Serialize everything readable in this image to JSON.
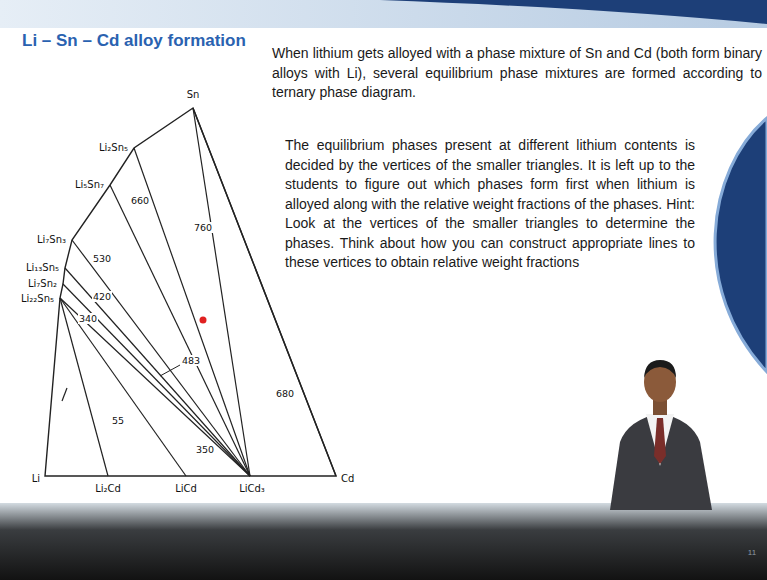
{
  "diagram": {
    "title": "Li – Sn – Cd alloy formation",
    "labels": [
      "When lithium gets alloyed with a phase mixture of Sn and Cd (both form binary alloys with Li), several equilibrium phase mixtures are formed according to ternary phase diagram.",
      "The equilibrium phases present at different lithium contents is decided by the vertices of the smaller triangles. It is left up to the students to figure out which phases form first when lithium is alloyed along with the relative weight fractions of the phases. Hint: Look at the vertices of the smaller triangles to determine the phases. Think about how you can construct appropriate lines to these vertices to obtain relative weight fractions",
      "Sn",
      "Li₂Sn₅",
      "Li₅Sn₇",
      "Li₇Sn₃",
      "Li₁₃Sn₅",
      "Li₇Sn₂",
      "Li₂₂Sn₅",
      "Li",
      "Li₂Cd",
      "LiCd",
      "LiCd₃",
      "Cd",
      "760",
      "660",
      "530",
      "420",
      "483",
      "340",
      "55",
      "350",
      "680",
      "11"
    ]
  }
}
